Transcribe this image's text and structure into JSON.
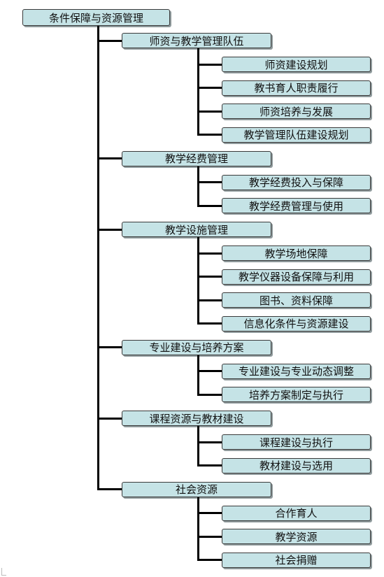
{
  "root": {
    "label": "条件保障与资源管理"
  },
  "categories": [
    {
      "label": "师资与教学管理队伍",
      "items": [
        "师资建设规划",
        "教书育人职责履行",
        "师资培养与发展",
        "教学管理队伍建设规划"
      ]
    },
    {
      "label": "教学经费管理",
      "items": [
        "教学经费投入与保障",
        "教学经费管理与使用"
      ]
    },
    {
      "label": "教学设施管理",
      "items": [
        "教学场地保障",
        "教学仪器设备保障与利用",
        "图书、资料保障",
        "信息化条件与资源建设"
      ]
    },
    {
      "label": "专业建设与培养方案",
      "items": [
        "专业建设与专业动态调整",
        "培养方案制定与执行"
      ]
    },
    {
      "label": "课程资源与教材建设",
      "items": [
        "课程建设与执行",
        "教材建设与选用"
      ]
    },
    {
      "label": "社会资源",
      "items": [
        "合作育人",
        "教学资源",
        "社会捐赠"
      ]
    }
  ],
  "colors": {
    "box_fill": "#c5e3e6",
    "box_border": "#3a3a3a",
    "line": "#000000"
  }
}
